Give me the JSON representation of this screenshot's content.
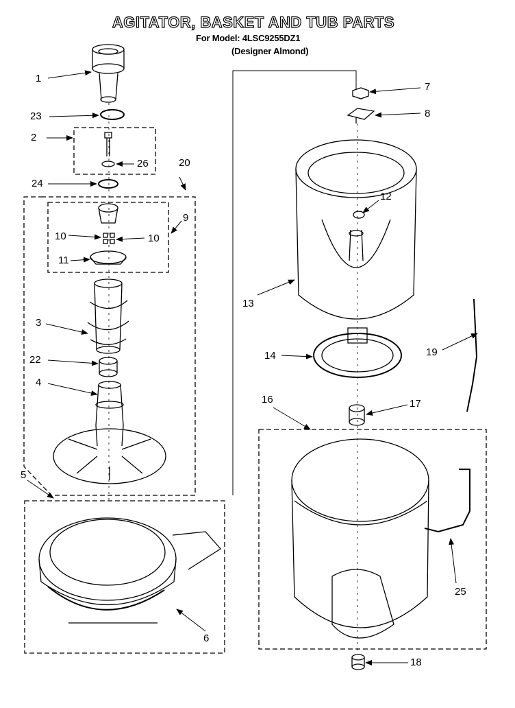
{
  "title": "AGITATOR, BASKET AND TUB PARTS",
  "model_line": "For Model: 4LSC9255DZ1",
  "color_line": "(Designer Almond)",
  "callouts": {
    "c1": "1",
    "c2": "2",
    "c3": "3",
    "c4": "4",
    "c5": "5",
    "c6": "6",
    "c7": "7",
    "c8": "8",
    "c9": "9",
    "c10a": "10",
    "c10b": "10",
    "c11": "11",
    "c12": "12",
    "c13": "13",
    "c14": "14",
    "c16": "16",
    "c17": "17",
    "c18": "18",
    "c19": "19",
    "c20": "20",
    "c22": "22",
    "c23": "23",
    "c24": "24",
    "c25": "25",
    "c26": "26"
  }
}
